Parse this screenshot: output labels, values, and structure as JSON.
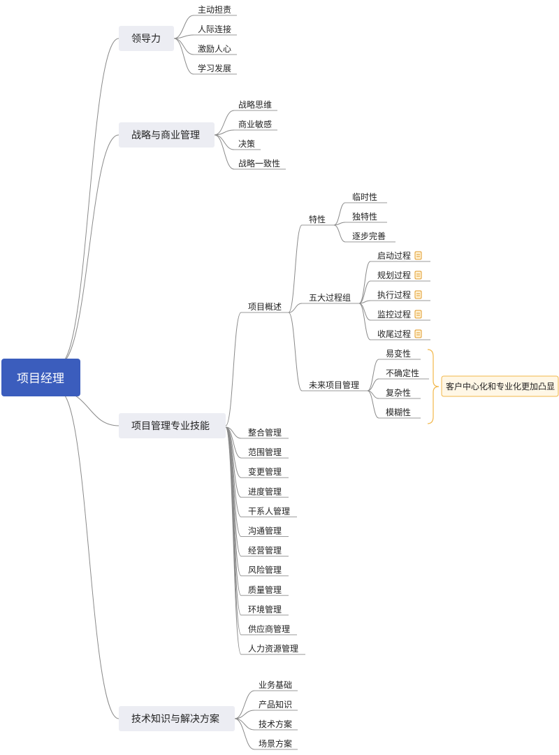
{
  "root": {
    "label": "项目经理"
  },
  "branches": [
    {
      "id": "leadership",
      "label": "领导力",
      "children": [
        "主动担责",
        "人际连接",
        "激励人心",
        "学习发展"
      ]
    },
    {
      "id": "strategy",
      "label": "战略与商业管理",
      "children": [
        "战略思维",
        "商业敏感",
        "决策",
        "战略一致性"
      ]
    },
    {
      "id": "pm",
      "label": "项目管理专业技能",
      "overview": {
        "label": "项目概述",
        "groups": [
          {
            "label": "特性",
            "children": [
              "临时性",
              "独特性",
              "逐步完善"
            ]
          },
          {
            "label": "五大过程组",
            "children": [
              "启动过程",
              "规划过程",
              "执行过程",
              "监控过程",
              "收尾过程"
            ],
            "has_note_icons": true
          },
          {
            "label": "未来项目管理",
            "children": [
              "易变性",
              "不确定性",
              "复杂性",
              "模糊性"
            ]
          }
        ]
      },
      "summary": "客户中心化和专业化更加凸显",
      "areas": [
        "整合管理",
        "范围管理",
        "变更管理",
        "进度管理",
        "干系人管理",
        "沟通管理",
        "经营管理",
        "风险管理",
        "质量管理",
        "环境管理",
        "供应商管理",
        "人力资源管理"
      ]
    },
    {
      "id": "tech",
      "label": "技术知识与解决方案",
      "children": [
        "业务基础",
        "产品知识",
        "技术方案",
        "场景方案"
      ]
    }
  ],
  "colors": {
    "root": "#3b5dbd",
    "main_node": "#ecedf3",
    "line": "#8a8a8a",
    "summary_border": "#f2b74a",
    "summary_fill": "#fff7e6"
  },
  "icons": {
    "process_note": "note-icon"
  }
}
